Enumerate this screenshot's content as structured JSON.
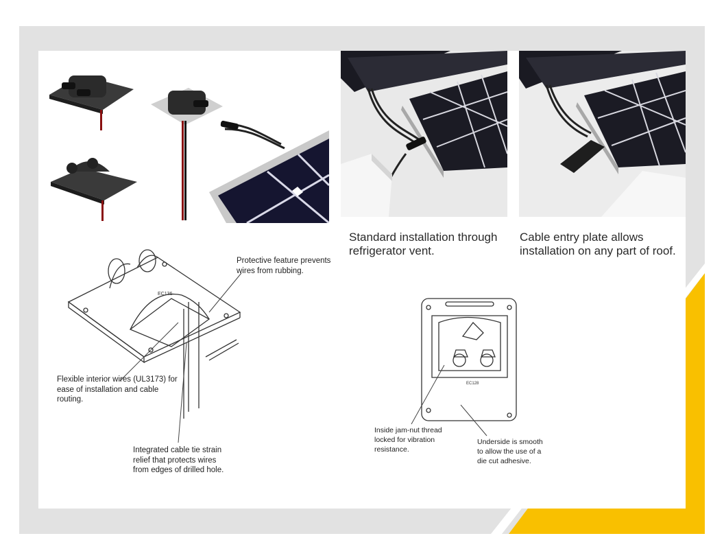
{
  "colors": {
    "accent": "#f9c000",
    "frame": "#e2e2e2",
    "panel": "#ffffff"
  },
  "captions": {
    "standard": "Standard installation through\nrefrigerator vent.",
    "entry_plate": "Cable entry plate allows\ninstallation on any part of roof."
  },
  "callouts": {
    "protective": "Protective feature prevents\nwires from rubbing.",
    "flexible": "Flexible interior wires (UL3173) for\nease of installation and cable\nrouting.",
    "strain_relief": "Integrated cable tie strain\nrelief that protects wires\nfrom edges of drilled hole.",
    "jam_nut": "Inside jam-nut thread\nlocked for vibration\nresistance.",
    "underside": "Underside  is smooth\nto allow the use of a\ndie cut adhesive."
  }
}
